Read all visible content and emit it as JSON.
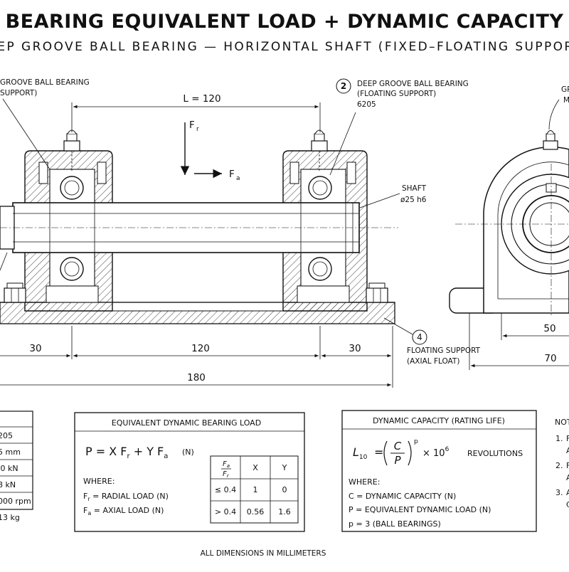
{
  "title": "BEARING EQUIVALENT LOAD + DYNAMIC CAPACITY",
  "subtitle": "DEEP GROOVE BALL BEARING — HORIZONTAL SHAFT (FIXED–FLOATING SUPPORT)",
  "callouts": {
    "left_l1": "GROOVE BALL BEARING",
    "left_l2": "SUPPORT)",
    "c2_num": "2",
    "c2_l1": "DEEP GROOVE BALL BEARING",
    "c2_l2": "(FLOATING SUPPORT)",
    "c2_l3": "6205",
    "right_l1": "GR",
    "right_l2": "M",
    "shaft_l1": "SHAFT",
    "shaft_l2": "ø25 h6",
    "c4_num": "4",
    "c4_l1": "FLOATING SUPPORT",
    "c4_l2": "(AXIAL FLOAT)"
  },
  "loads": {
    "fr": "F",
    "fr_sub": "r",
    "fa": "F",
    "fa_sub": "a"
  },
  "dimensions": {
    "span": "L = 120",
    "d30_left": "30",
    "d120": "120",
    "d30_right": "30",
    "d180": "180",
    "d50": "50",
    "d70": "70"
  },
  "spec_list": [
    "205",
    "5 mm",
    ".0 kN",
    "8 kN",
    "000 rpm",
    "13 kg"
  ],
  "equiv_box": {
    "title": "EQUIVALENT DYNAMIC BEARING LOAD",
    "eq_lhs": "P = X F",
    "eq_r": "r",
    "eq_mid": " + Y F",
    "eq_a": "a",
    "eq_unit": "(N)",
    "where": "WHERE:",
    "fr_def_pre": "F",
    "fr_def_sub": "r",
    "fr_def": " = RADIAL LOAD (N)",
    "fa_def_pre": "F",
    "fa_def_sub": "a",
    "fa_def": " = AXIAL LOAD (N)",
    "table_head_num": "F",
    "table_head_num_sub": "a",
    "table_head_den": "F",
    "table_head_den_sub": "r",
    "col_x": "X",
    "col_y": "Y",
    "rows": [
      {
        "ratio": "≤ 0.4",
        "x": "1",
        "y": "0"
      },
      {
        "ratio": "> 0.4",
        "x": "0.56",
        "y": "1.6"
      }
    ]
  },
  "cap_box": {
    "title": "DYNAMIC CAPACITY (RATING LIFE)",
    "l": "L",
    "l_sub": "10",
    "eq": "=",
    "c": "C",
    "p": "P",
    "exp_p": "p",
    "times": "× 10",
    "exp6": "6",
    "unit": "REVOLUTIONS",
    "where": "WHERE:",
    "defs": [
      "C = DYNAMIC CAPACITY (N)",
      "P = EQUIVALENT DYNAMIC LOAD (N)",
      "p = 3 (BALL BEARINGS)"
    ]
  },
  "notes": {
    "head": "NOT",
    "items": [
      {
        "num": "1.",
        "frag1": "F",
        "frag2": "A"
      },
      {
        "num": "2.",
        "frag1": "F",
        "frag2": "A"
      },
      {
        "num": "3.",
        "frag1": "A",
        "frag2": "C"
      }
    ]
  },
  "footer": "ALL DIMENSIONS IN MILLIMETERS"
}
